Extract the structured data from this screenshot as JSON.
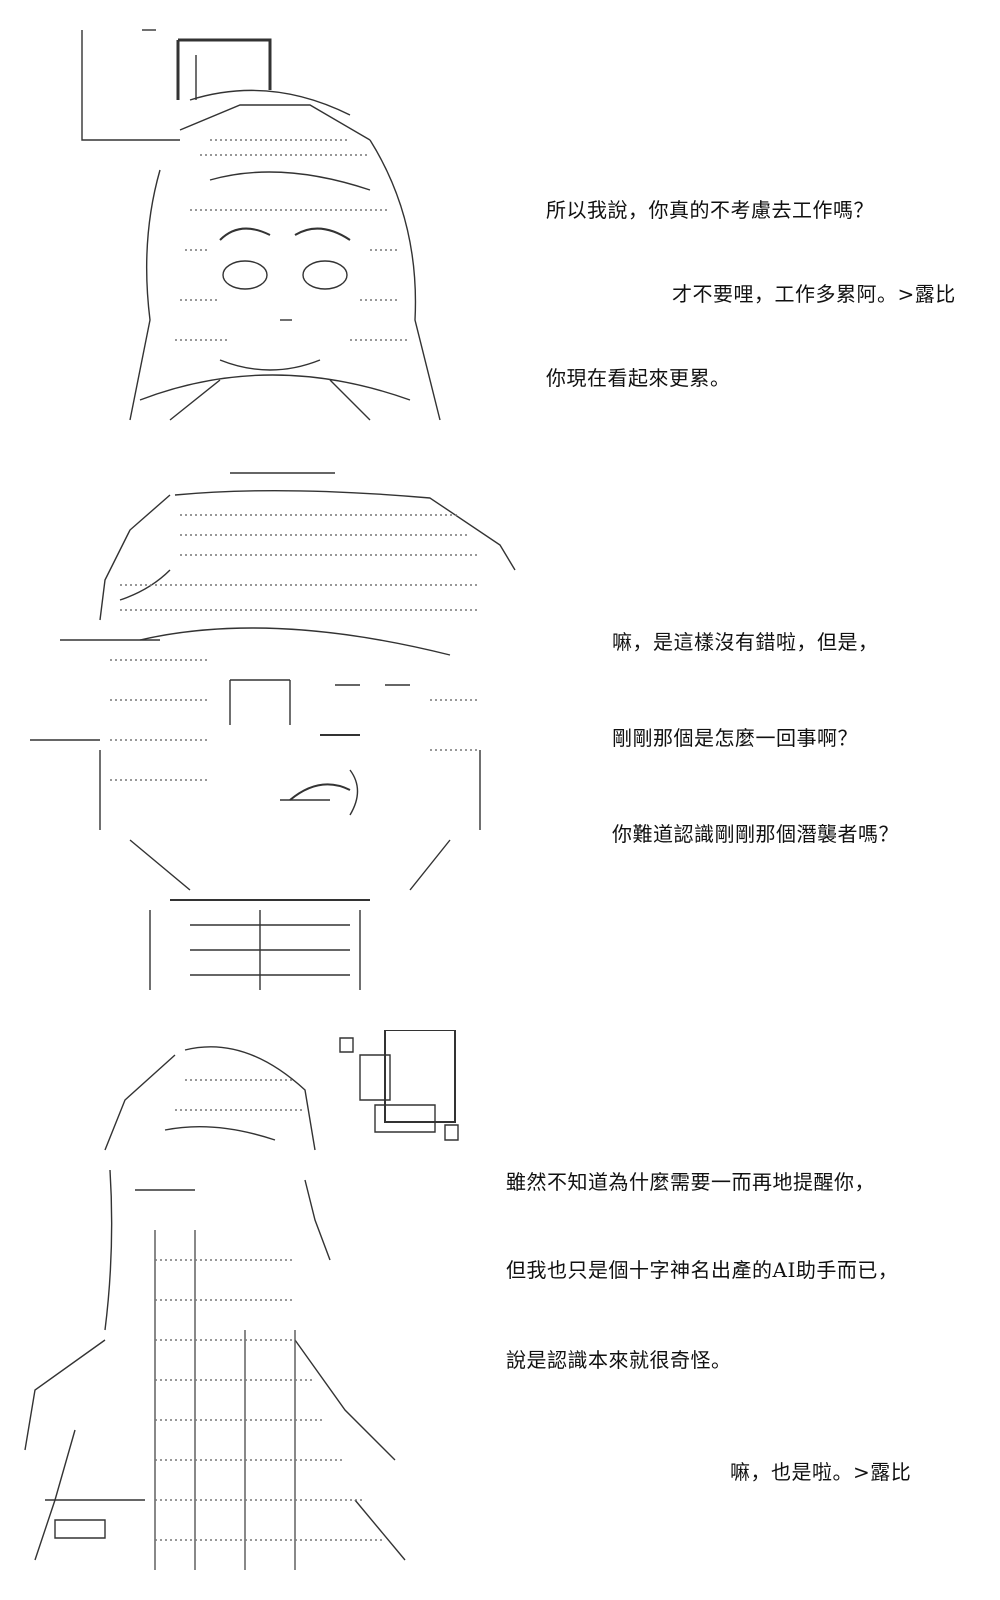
{
  "panels": [
    {
      "lines": [
        "所以我說，你真的不考慮去工作嗎？",
        "才不要哩，工作多累阿。>露比",
        "你現在看起來更累。"
      ]
    },
    {
      "lines": [
        "嘛，是這樣沒有錯啦，但是，",
        "剛剛那個是怎麼一回事啊？",
        "你難道認識剛剛那個潛襲者嗎？"
      ]
    },
    {
      "lines": [
        "雖然不知道為什麼需要一而再地提醒你，",
        "但我也只是個十字神名出產的AI助手而已，",
        "說是認識本來就很奇怪。",
        "嘛，也是啦。>露比"
      ]
    }
  ],
  "colors": {
    "ink": "#111111",
    "background": "#ffffff"
  }
}
